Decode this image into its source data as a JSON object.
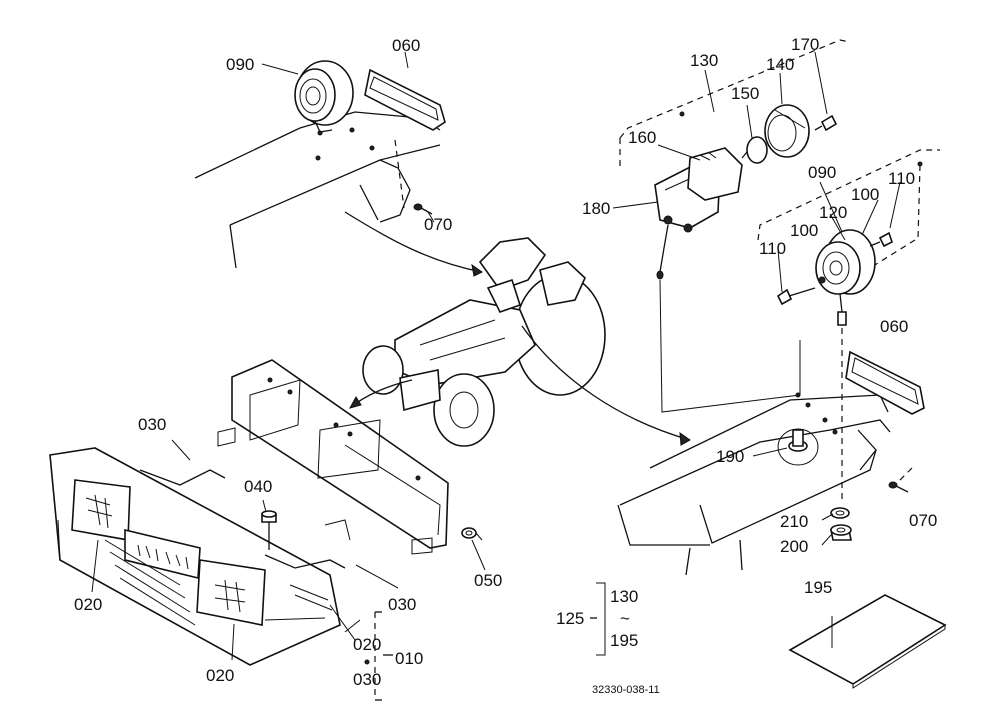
{
  "diagram": {
    "labels": {
      "l090a": "090",
      "l060a": "060",
      "l070a": "070",
      "l130": "130",
      "l170": "170",
      "l150": "150",
      "l140": "140",
      "l160": "160",
      "l180": "180",
      "l090b": "090",
      "l110a": "110",
      "l100a": "100",
      "l120": "120",
      "l100b": "100",
      "l110b": "110",
      "l060b": "060",
      "l190": "190",
      "l070b": "070",
      "l210": "210",
      "l200": "200",
      "l030a": "030",
      "l040": "040",
      "l050": "050",
      "l030b": "030",
      "l020a": "020",
      "l020b": "020",
      "l020c": "020",
      "l010": "010",
      "l030c": "030",
      "l125": "125",
      "l130b": "130",
      "tilde": "~",
      "l195b": "195",
      "l195": "195",
      "code": "32330-038-11"
    }
  }
}
